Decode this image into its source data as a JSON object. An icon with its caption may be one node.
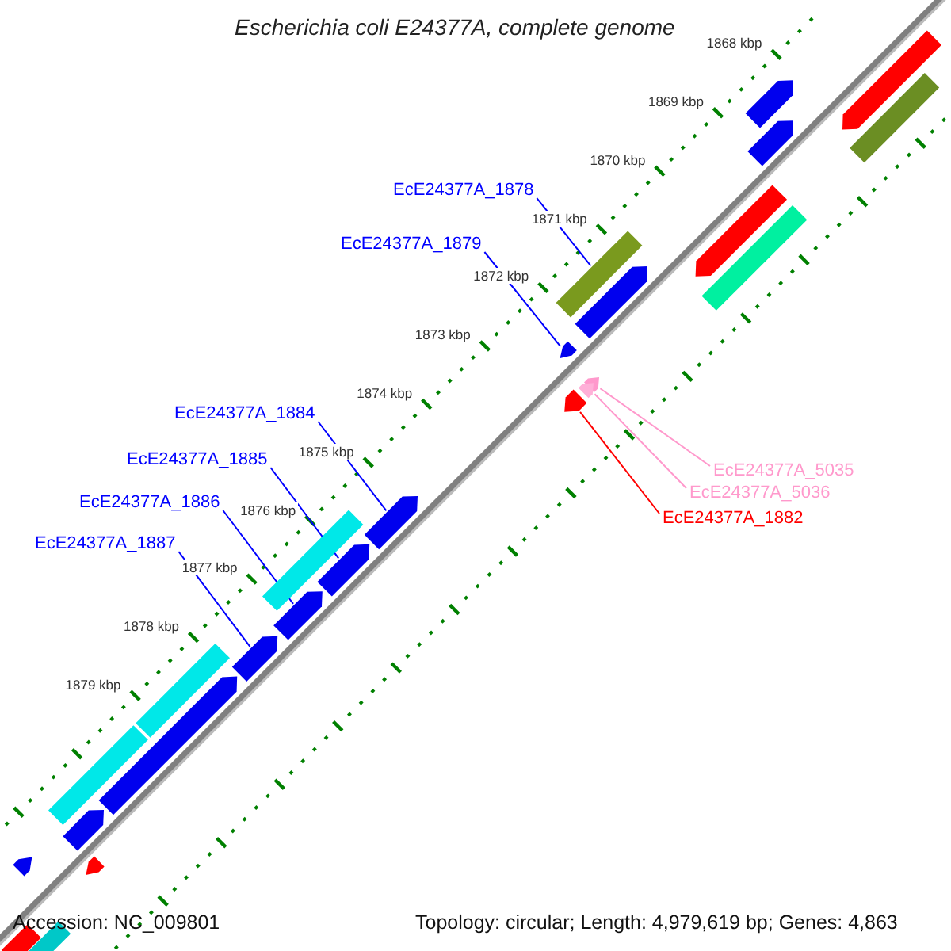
{
  "diagram": {
    "title": "Escherichia coli E24377A, complete genome",
    "nodes": [
      {
        "text": [
          "EcE24377A_1878"
        ]
      },
      {
        "text": [
          "EcE24377A_1879"
        ]
      },
      {
        "text": [
          "EcE24377A_1884"
        ]
      },
      {
        "text": [
          "EcE24377A_1885"
        ]
      },
      {
        "text": [
          "EcE24377A_1886"
        ]
      },
      {
        "text": [
          "EcE24377A_1887"
        ]
      },
      {
        "text": [
          "EcE24377A_5035"
        ]
      },
      {
        "text": [
          "EcE24377A_5036"
        ]
      },
      {
        "text": [
          "EcE24377A_1882"
        ]
      },
      {
        "text": [],
        "shape": "arrow"
      },
      {
        "text": [],
        "shape": "arrow"
      },
      {
        "text": [],
        "shape": "bar"
      },
      {
        "text": [],
        "shape": "arrow"
      },
      {
        "text": [],
        "shape": "arrow"
      },
      {
        "text": [],
        "shape": "bar"
      },
      {
        "text": [],
        "shape": "bar"
      },
      {
        "text": [],
        "shape": "arrow"
      },
      {
        "text": [],
        "shape": "arrow"
      },
      {
        "text": [],
        "shape": "arrow"
      },
      {
        "text": [],
        "shape": "arrow"
      },
      {
        "text": [],
        "shape": "arrow"
      },
      {
        "text": [],
        "shape": "arrow"
      },
      {
        "text": [],
        "shape": "bar"
      },
      {
        "text": [],
        "shape": "arrow"
      },
      {
        "text": [],
        "shape": "arrow"
      },
      {
        "text": [],
        "shape": "arrow"
      },
      {
        "text": [],
        "shape": "bar"
      },
      {
        "text": [],
        "shape": "arrow"
      },
      {
        "text": [],
        "shape": "bar"
      },
      {
        "text": [],
        "shape": "arrow"
      },
      {
        "text": [],
        "shape": "arrow"
      },
      {
        "text": [],
        "shape": "arrow"
      },
      {
        "text": [],
        "shape": "arrow"
      },
      {
        "text": [],
        "shape": "bar"
      }
    ],
    "edges": [
      {
        "from": 0,
        "to": 15,
        "arrow": "none"
      },
      {
        "from": 1,
        "to": 17,
        "arrow": "none"
      },
      {
        "from": 2,
        "to": 21,
        "arrow": "none"
      },
      {
        "from": 3,
        "to": 23,
        "arrow": "none"
      },
      {
        "from": 4,
        "to": 24,
        "arrow": "none"
      },
      {
        "from": 5,
        "to": 25,
        "arrow": "none"
      },
      {
        "from": 6,
        "to": 18,
        "arrow": "none",
        "color": "#ff99cc"
      },
      {
        "from": 7,
        "to": 19,
        "arrow": "none",
        "color": "#ff99cc"
      },
      {
        "from": 8,
        "to": 20,
        "arrow": "none",
        "color": "#ff0000"
      }
    ],
    "labels": [
      "1868 kbp",
      "1869 kbp",
      "1870 kbp",
      "1871 kbp",
      "1872 kbp",
      "1873 kbp",
      "1874 kbp",
      "1875 kbp",
      "1876 kbp",
      "1877 kbp",
      "1878 kbp",
      "1879 kbp",
      "Accession: NC_009801",
      "Topology: circular; Length: 4,979,619 bp; Genes: 4,863"
    ]
  }
}
